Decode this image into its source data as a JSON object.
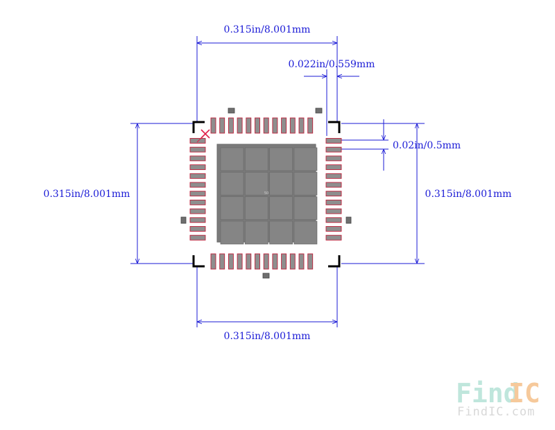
{
  "dimensions": {
    "top_width": "0.315in/8.001mm",
    "pin_width": "0.022in/0.559mm",
    "pitch": "0.02in/0.5mm",
    "left_height": "0.315in/8.001mm",
    "right_height": "0.315in/8.001mm",
    "bottom_width": "0.315in/8.001mm"
  },
  "package": {
    "pins_per_side": 12,
    "exposed_pad_label": "50",
    "grid": [
      4,
      4
    ]
  },
  "watermark": {
    "brand_find": "Find",
    "brand_ic": "IC",
    "url": "FindIC.com"
  },
  "colors": {
    "dimension": "#1a1ad6",
    "pad_fill": "#8e8e8e",
    "pad_outline": "#c0203a",
    "exposed_pad": "#7a7a7a",
    "pin1_marker": "#e0204a",
    "watermark_find": "#bfe6dc",
    "watermark_ic": "#f6c99b"
  }
}
